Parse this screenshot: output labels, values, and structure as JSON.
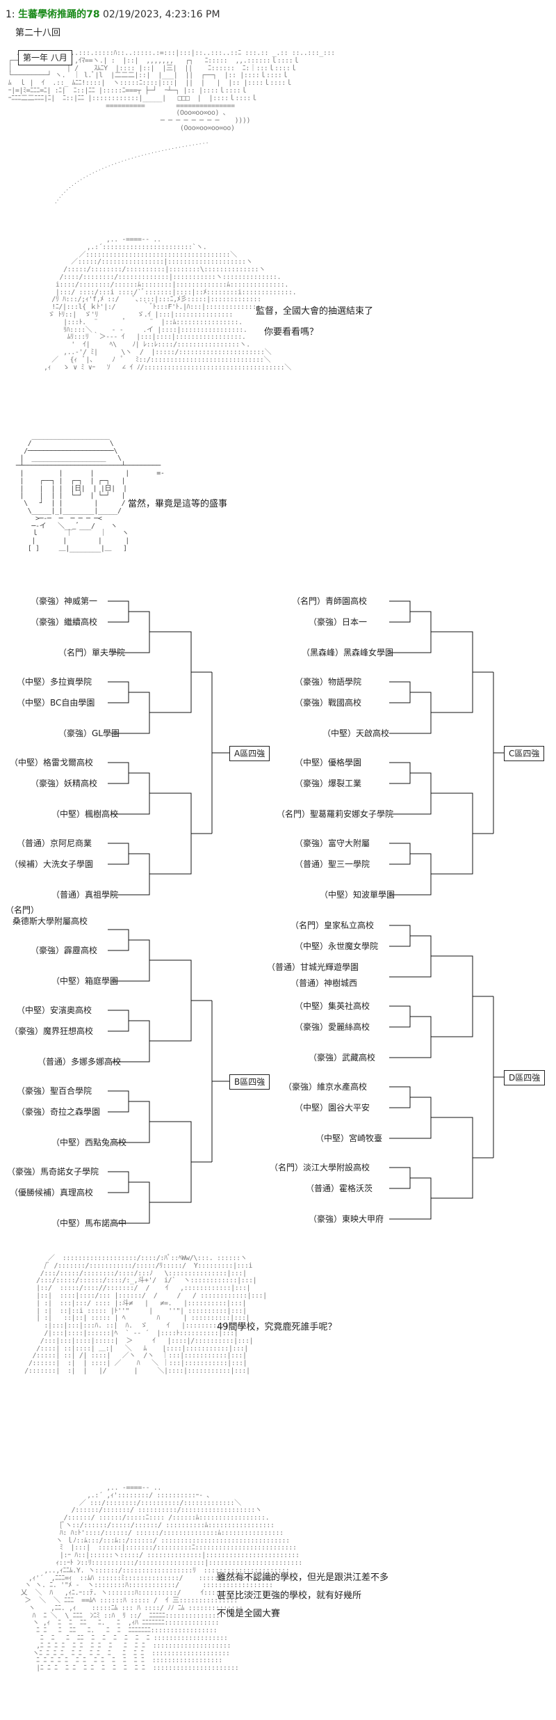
{
  "post": {
    "number": "1:",
    "author": "生蕃學術推踊的78",
    "datetime": "02/19/2023, 4:23:16 PM"
  },
  "chapter_title": "第二十八回",
  "scene_caption": "第一年 八月",
  "dialogue": {
    "line1": "監督，全國大會的抽選結束了",
    "line2": "你要看看嗎？",
    "line3": "當然，畢竟是這等的盛事",
    "line4": "49間學校，究竟鹿死誰手呢？",
    "line5a": "雖然有不認識的學校，但光是跟洪江差不多",
    "line5b": "甚至比淡江更強的學校，就有好幾所",
    "line5c": "不愧是全國大賽"
  },
  "bracket": {
    "group_a_label": "A區四強",
    "group_b_label": "B區四強",
    "group_c_label": "C區四強",
    "group_d_label": "D區四強",
    "group_a": [
      "（豪強）神威第一",
      "（豪強）繼續高校",
      "（名門）單夫學院",
      "（中堅）多拉資學院",
      "（中堅）BC自由學園",
      "（豪強）GL學園",
      "（中堅）格雷戈爾高校",
      "（豪強）妖精高校",
      "（中堅）楓樹高校",
      "（普通）京阿尼商業",
      "（候補）大洗女子學園",
      "（普通）真祖學院"
    ],
    "group_b": [
      "（名門）",
      "桑德斯大學附屬高校",
      "（豪強）霹靂高校",
      "（中堅）箱庭學園",
      "（中堅）安濱奧高校",
      "（豪強）魔界狂想高校",
      "（普通）多娜多娜高校",
      "（豪強）聖百合學院",
      "（豪強）奇拉之森學園",
      "（中堅）西點兔高校",
      "（豪強）馬奇諾女子學院",
      "（優勝候補）真理高校",
      "（中堅）馬布諾高中"
    ],
    "group_c": [
      "（名門）青師園高校",
      "（豪強）日本一",
      "（黑森峰）黑森峰女學園",
      "（豪強）物語學院",
      "（豪強）戰國高校",
      "（中堅）天啟高校",
      "（中堅）優格學園",
      "（豪強）爆裂工業",
      "（名門）聖葛羅莉安娜女子學院",
      "（豪強）富守大附屬",
      "（普通）聖三一學院",
      "（中堅）知波單學園"
    ],
    "group_d": [
      "（名門）皇家私立高校",
      "（中堅）永世魔女學院",
      "（普通）甘城光輝遊學園",
      "（普通）神樹城西",
      "（中堅）集英社高校",
      "（豪強）愛麗絲高校",
      "（豪強）武藏高校",
      "（豪強）維京水產高校",
      "（中堅）園谷大平安",
      "（中堅）宮崎牧臺",
      "（名門）淡江大學附設高校",
      "（普通）霍格沃茨",
      "（豪強）東映大甲府"
    ]
  }
}
